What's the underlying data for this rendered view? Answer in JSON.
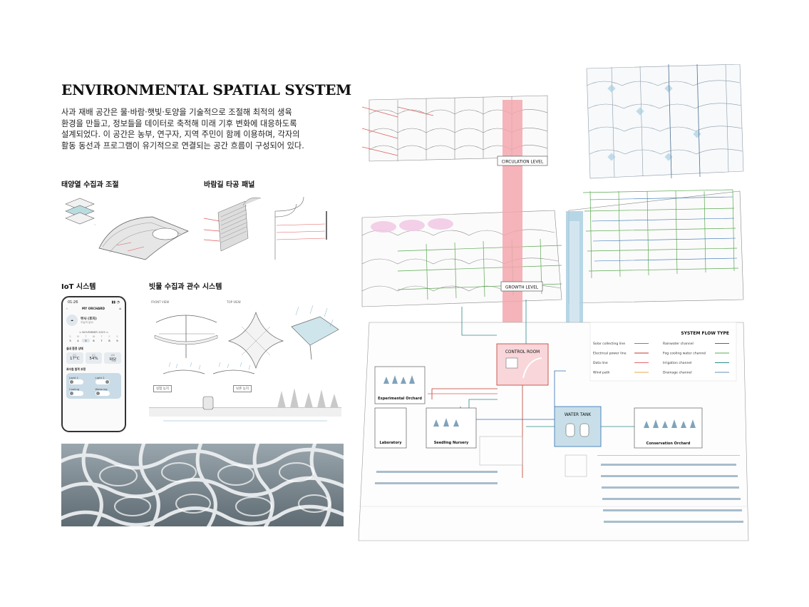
{
  "title": "ENVIRONMENTAL SPATIAL SYSTEM",
  "intro": [
    "사과 재배 공간은 물·바람·햇빛·토양을 기술적으로 조절해 최적의 생육",
    "환경을 만들고, 정보들을 데이터로 축적해 미래 기후 변화에 대응하도록",
    "설계되었다. 이 공간은 농부, 연구자, 지역 주민이 함께 이용하며, 각자의",
    "활동 동선과 프로그램이 유기적으로 연결되는 공간 흐름이 구성되어 있다."
  ],
  "sections": {
    "solar": "태양열 수집과 조절",
    "wind": "바람길 타공 패널",
    "iot": "IoT 시스템",
    "rain": "빗물 수집과 관수 시스템"
  },
  "rain_views": {
    "front": "FRONT VIEW",
    "top": "TOP VIEW"
  },
  "rain_labels": {
    "left": "실험 농지",
    "right": "보존 농지"
  },
  "phone": {
    "time": "01:26",
    "app": "MY ORCHARD",
    "weather_city": "부사 (후지)",
    "weather_note": "오늘의 날씨",
    "month": "< NOVEMBER 2025 >",
    "days": [
      "S",
      "M",
      "T",
      "W",
      "T",
      "F",
      "S"
    ],
    "dates": [
      "3",
      "4",
      "5",
      "6",
      "7",
      "8",
      "9"
    ],
    "env_title": "실내 환경 상태",
    "temp_label": "온도",
    "temp": "17°C",
    "humid_label": "습도",
    "humid": "54%",
    "status_label": "상태",
    "status": "적당",
    "ctrl_title": "과수원 원격 조정",
    "light1": "Light 1",
    "light2": "Light 2",
    "cooling": "Cooling",
    "watering": "Watering"
  },
  "diagram": {
    "circulation": "CIRCULATION LEVEL",
    "growth": "GROWTH LEVEL",
    "control_room": "CONTROL ROOM",
    "water_tank": "WATER TANK",
    "experimental": "Experimental Orchard",
    "laboratory": "Laboratory",
    "seedling": "Seedling Nursery",
    "conservation": "Conservation Orchard"
  },
  "legend": {
    "title": "SYSTEM FLOW TYPE",
    "items": [
      {
        "label": "Solar collecting line",
        "color": "#e05a5a"
      },
      {
        "label": "Electrical power line",
        "color": "#c0392b"
      },
      {
        "label": "Data line",
        "color": "#e06a6a"
      },
      {
        "label": "Wind path",
        "color": "#e6a84e"
      },
      {
        "label": "Rainwater channel",
        "color": "#2f6fb5"
      },
      {
        "label": "Fog cooling water channel",
        "color": "#5aa84f"
      },
      {
        "label": "Irrigation channel",
        "color": "#2a8a88"
      },
      {
        "label": "Drainage channel",
        "color": "#6a8fb5"
      }
    ]
  },
  "colors": {
    "red_shaft": "#f2a7ad",
    "blue_shaft": "#a9cfe2",
    "grid_green": "#5aa84f"
  }
}
